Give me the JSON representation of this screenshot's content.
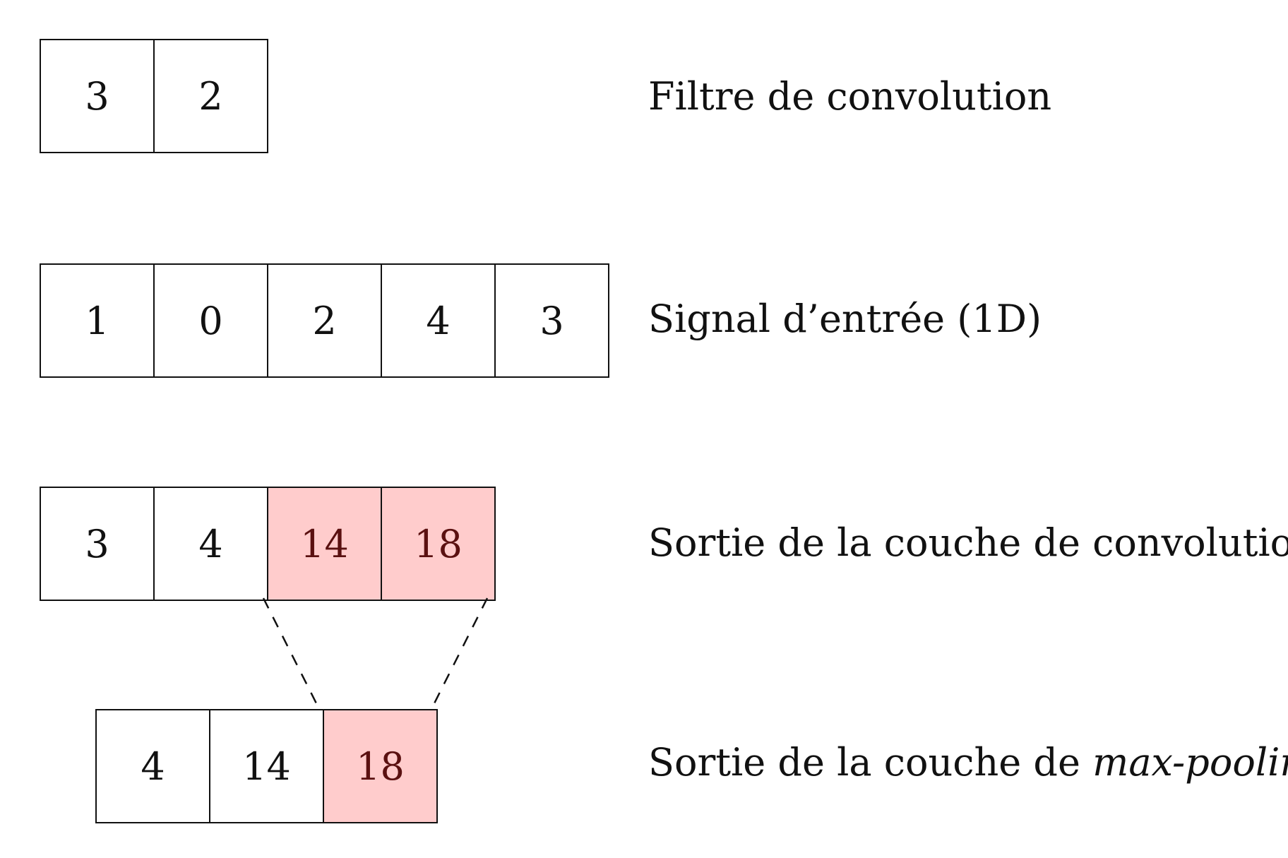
{
  "filter": {
    "cells": [
      "3",
      "2"
    ],
    "label": "Filtre de convolution"
  },
  "input": {
    "cells": [
      "1",
      "0",
      "2",
      "4",
      "3"
    ],
    "label": "Signal d’entrée (1D)"
  },
  "conv_output": {
    "cells": [
      "3",
      "4",
      "14",
      "18"
    ],
    "highlighted_indices": [
      2,
      3
    ],
    "label": "Sortie de la couche de convolution"
  },
  "pool_output": {
    "cells": [
      "4",
      "14",
      "18"
    ],
    "highlighted_indices": [
      2
    ],
    "label_prefix": "Sortie de la couche de ",
    "label_emphasis": "max-pooling"
  },
  "colors": {
    "highlight_fill": "#ffcccc",
    "highlight_text": "#5a1010",
    "stroke": "#111111"
  }
}
